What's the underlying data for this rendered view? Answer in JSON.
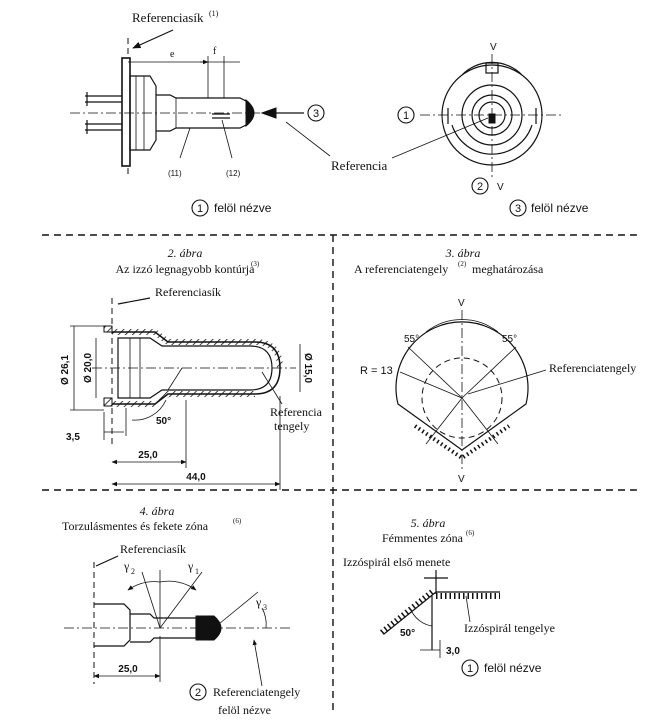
{
  "top": {
    "refplane_label": "Referenciasík",
    "refplane_sup": "(1)",
    "dim_e": "e",
    "dim_f": "f",
    "label_11": "(11)",
    "label_12": "(12)",
    "label_3": "3",
    "referencia_label": "Referencia",
    "v_top": "V",
    "v_bottom": "V",
    "label_1": "1",
    "label_2": "2",
    "view1_num": "1",
    "view1_text": "felöl nézve",
    "view3_num": "3",
    "view3_text": "felöl nézve"
  },
  "fig2": {
    "number": "2. ábra",
    "title": "Az izzó legnagyobb kontúrja",
    "title_sup": "(3)",
    "refplane": "Referenciasík",
    "dim_26_1": "Ø 26,1",
    "dim_20_0": "Ø 20,0",
    "dim_15_0": "Ø 15,0",
    "angle": "50°",
    "dim_3_5": "3,5",
    "dim_25_0": "25,0",
    "dim_44_0": "44,0",
    "ref_line1": "Referencia",
    "ref_line2": "tengely"
  },
  "fig3": {
    "number": "3. ábra",
    "title_a": "A referenciatengely",
    "title_sup": "(2)",
    "title_b": "meghatározása",
    "v_top": "V",
    "v_bottom": "V",
    "angle_left": "55°",
    "angle_right": "55°",
    "r_label": "R = 13",
    "ref_axis": "Referenciatengely"
  },
  "fig4": {
    "number": "4. ábra",
    "title": "Torzulásmentes és fekete zóna",
    "title_sup": "(6)",
    "refplane": "Referenciasík",
    "gamma2": "γ",
    "gamma2_sub": "2",
    "gamma1": "γ",
    "gamma1_sub": "1",
    "gamma3": "γ",
    "gamma3_sub": "3",
    "dim_25_0": "25,0",
    "view_num": "2",
    "view_line1": "Referenciatengely",
    "view_line2": "felöl nézve"
  },
  "fig5": {
    "number": "5. ábra",
    "title": "Fémmentes zóna",
    "title_sup": "(6)",
    "spiral_first": "Izzóspirál első menete",
    "angle": "50°",
    "spiral_axis": "Izzóspirál tengelye",
    "dim_3_0": "3,0",
    "view_num": "1",
    "view_text": "felöl nézve"
  }
}
